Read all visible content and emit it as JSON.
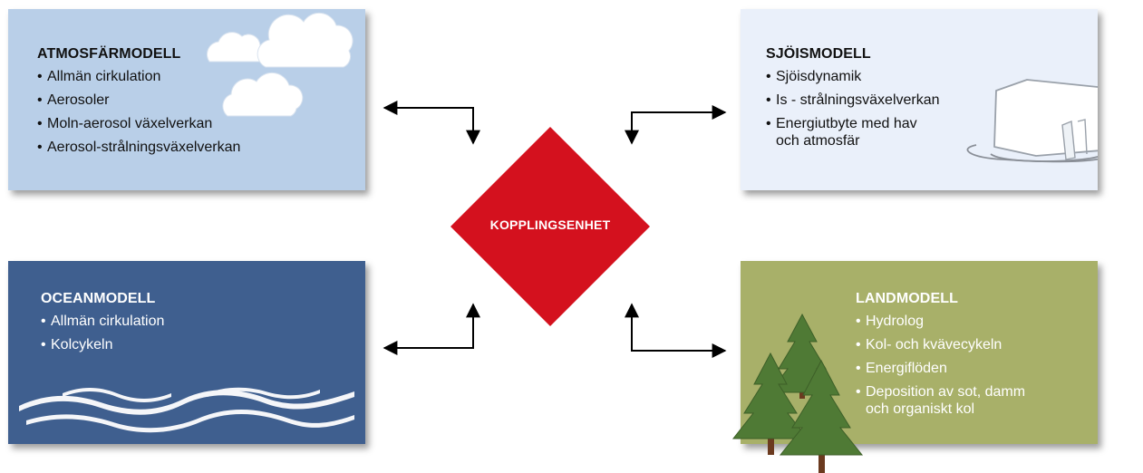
{
  "colors": {
    "atmosphere_bg": "#b9cfe8",
    "seaice_bg": "#eaf0fa",
    "ocean_bg": "#3f5f8f",
    "land_bg": "#a8b069",
    "coupler": "#d4111e",
    "tree": "#4f7a35",
    "trunk": "#6b3a1f"
  },
  "coupler": {
    "label": "KOPPLINGSENHET"
  },
  "atmosphere": {
    "title": "ATMOSFÄRMODELL",
    "items": [
      "Allmän cirkulation",
      "Aerosoler",
      "Moln-aerosol växelverkan",
      "Aerosol-strålningsväxelverkan"
    ],
    "icon": "clouds-icon"
  },
  "seaice": {
    "title": "SJÖISMODELL",
    "items": [
      "Sjöisdynamik",
      "Is - strålningsväxelverkan",
      "Energiutbyte med hav",
      "och atmosfär"
    ],
    "icon": "iceberg-icon"
  },
  "ocean": {
    "title": "OCEANMODELL",
    "items": [
      "Allmän cirkulation",
      "Kolcykeln"
    ],
    "icon": "waves-icon"
  },
  "land": {
    "title": "LANDMODELL",
    "items": [
      "Hydrolog",
      "Kol- och kvävecykeln",
      "Energiflöden",
      "Deposition av sot, damm",
      "och organiskt kol"
    ],
    "icon": "trees-icon"
  }
}
